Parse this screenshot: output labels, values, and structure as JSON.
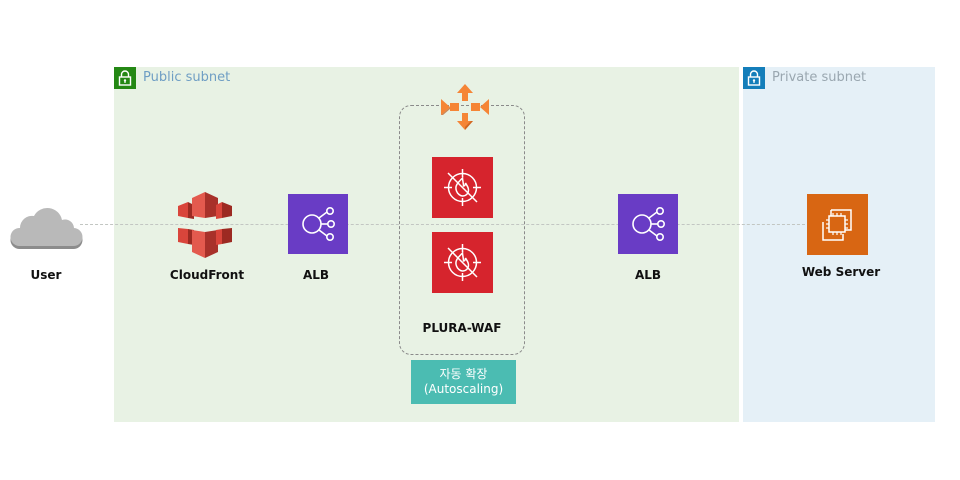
{
  "subnets": {
    "public": {
      "label": "Public subnet",
      "icon": "lock-icon",
      "color": "#248814"
    },
    "private": {
      "label": "Private subnet",
      "icon": "lock-icon",
      "color": "#147eba"
    }
  },
  "nodes": {
    "user": {
      "label": "User",
      "icon": "cloud-icon"
    },
    "cloudfront": {
      "label": "CloudFront",
      "icon": "cloudfront-icon",
      "color": "#d9453b"
    },
    "alb1": {
      "label": "ALB",
      "icon": "load-balancer-icon",
      "color": "#693cc5"
    },
    "waf": {
      "label": "PLURA-WAF",
      "icon": "firewall-icon",
      "color": "#d6242d"
    },
    "alb2": {
      "label": "ALB",
      "icon": "load-balancer-icon",
      "color": "#693cc5"
    },
    "webserver": {
      "label": "Web Server",
      "icon": "ec2-instance-icon",
      "color": "#d86613"
    }
  },
  "autoscaling": {
    "icon": "autoscaling-arrows-icon",
    "label_line1": "자동 확장",
    "label_line2": "(Autoscaling)",
    "color": "#4bbcb2"
  }
}
